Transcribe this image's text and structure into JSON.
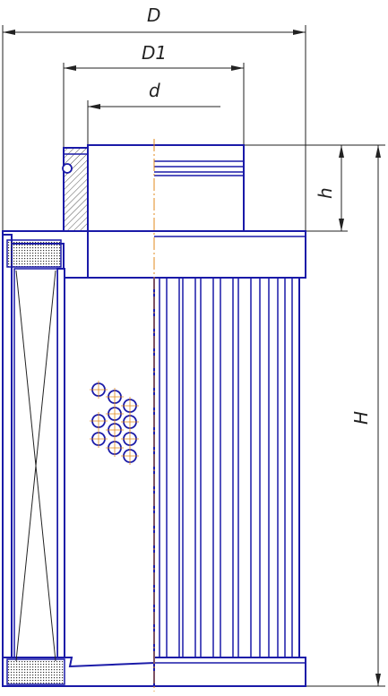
{
  "colors": {
    "outline": "#1a1aa8",
    "thin_line": "#222222",
    "axis": "#e08a1e",
    "background": "#ffffff",
    "hatch": "#555555"
  },
  "dimensions": {
    "D": "D",
    "D1": "D1",
    "d": "d",
    "h": "h",
    "H": "H"
  }
}
